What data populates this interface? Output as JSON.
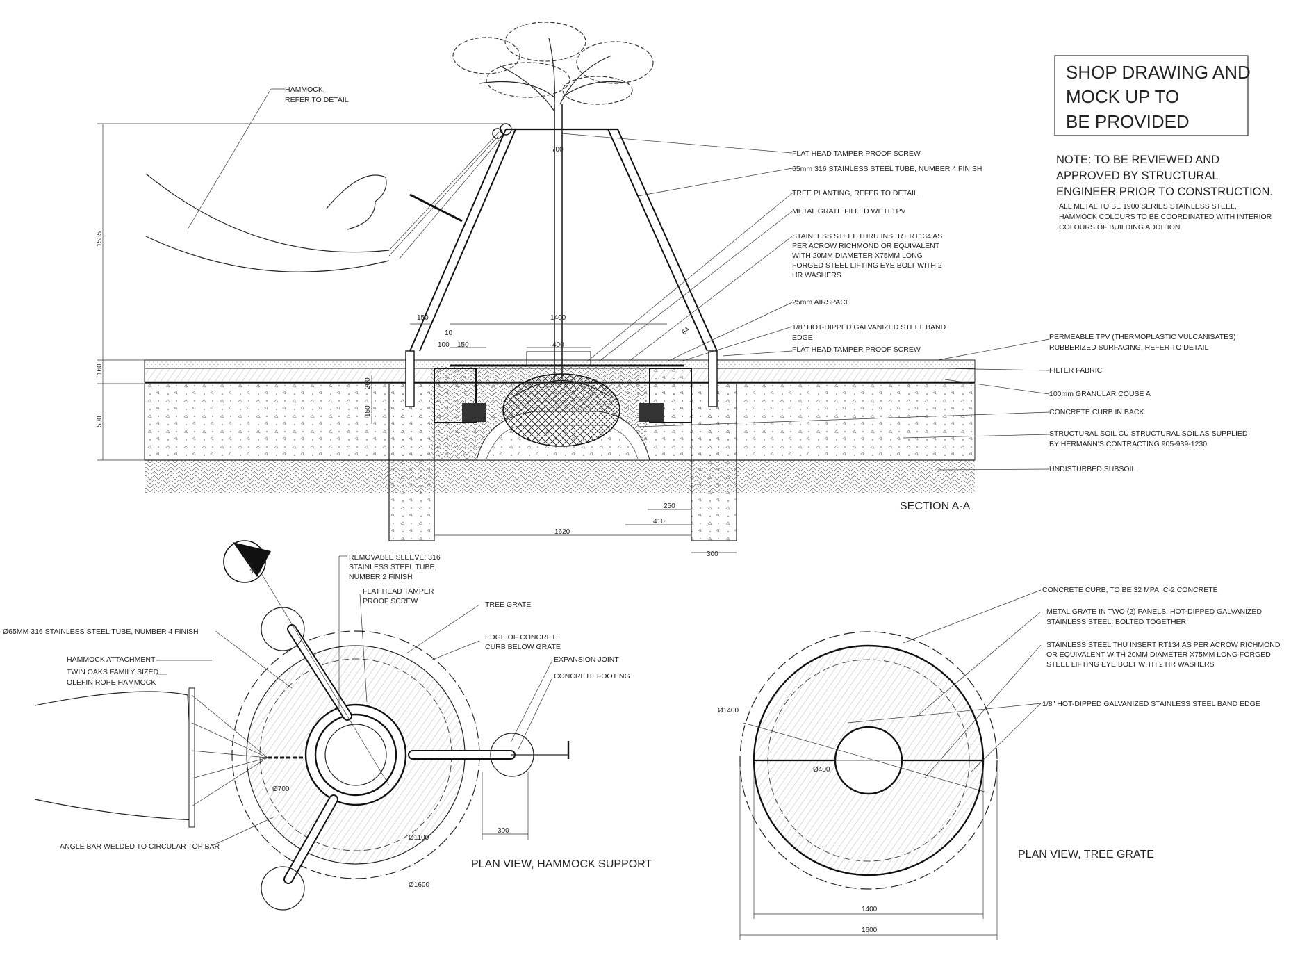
{
  "title_box": {
    "line1": "SHOP DRAWING AND",
    "line2": "MOCK UP TO",
    "line3": "BE PROVIDED"
  },
  "notes": {
    "main1": "NOTE: TO BE REVIEWED AND",
    "main2": "APPROVED BY STRUCTURAL",
    "main3": "ENGINEER PRIOR TO CONSTRUCTION.",
    "sub1": "ALL METAL TO BE 1900 SERIES STAINLESS STEEL,",
    "sub2": "HAMMOCK COLOURS TO BE COORDINATED WITH INTERIOR",
    "sub3": "COLOURS OF BUILDING ADDITION"
  },
  "section": {
    "title": "SECTION A-A",
    "hammock_label_1": "HAMMOCK,",
    "hammock_label_2": "REFER TO DETAIL",
    "labels": {
      "screw_top": "FLAT HEAD TAMPER PROOF SCREW",
      "tube": "65mm 316 STAINLESS STEEL TUBE, NUMBER 4  FINISH",
      "tree_planting": "TREE PLANTING, REFER TO DETAIL",
      "metal_grate": "METAL GRATE FILLED WITH TPV",
      "insert_1": "STAINLESS STEEL THRU INSERT RT134 AS",
      "insert_2": "PER ACROW RICHMOND OR EQUIVALENT",
      "insert_3": "WITH 20MM DIAMETER X75MM LONG",
      "insert_4": "FORGED STEEL LIFTING EYE BOLT WITH 2",
      "insert_5": "HR WASHERS",
      "airspace": "25mm AIRSPACE",
      "band_1": "1/8\" HOT-DIPPED GALVANIZED STEEL BAND",
      "band_2": "EDGE",
      "screw_bottom": "FLAT HEAD TAMPER PROOF SCREW",
      "tpv_1": "PERMEABLE TPV (THERMOPLASTIC VULCANISATES)",
      "tpv_2": "RUBBERIZED SURFACING, REFER TO DETAIL",
      "filter": "FILTER FABRIC",
      "granular": "100mm GRANULAR COUSE A",
      "curb": "CONCRETE CURB IN BACK",
      "soil_1": "STRUCTURAL SOIL CU STRUCTURAL SOIL AS SUPPLIED",
      "soil_2": "BY HERMANN'S CONTRACTING 905-939-1230",
      "subsoil": "UNDISTURBED SUBSOIL"
    },
    "dims": {
      "d1535": "1535",
      "d160": "160",
      "d500": "500",
      "d700": "700",
      "d150a": "150",
      "d1400": "1400",
      "d10": "10",
      "d100": "100",
      "d150b": "150",
      "d400": "400",
      "d64": "64",
      "d200": "200",
      "d150c": "150",
      "d250": "250",
      "d410": "410",
      "d1620": "1620",
      "d300": "300"
    }
  },
  "plan_hammock": {
    "title": "PLAN VIEW, HAMMOCK SUPPORT",
    "section_marker": "A-A",
    "labels": {
      "sleeve_1": "REMOVABLE SLEEVE; 316",
      "sleeve_2": "STAINLESS STEEL TUBE,",
      "sleeve_3": "NUMBER 2 FINISH",
      "screw_1": "FLAT HEAD TAMPER",
      "screw_2": "PROOF SCREW",
      "tree_grate": "TREE GRATE",
      "edge_1": "EDGE OF CONCRETE",
      "edge_2": "CURB BELOW GRATE",
      "expansion": "EXPANSION JOINT",
      "footing": "CONCRETE FOOTING",
      "tube": "Ø65MM  316 STAINLESS STEEL TUBE, NUMBER 4 FINISH",
      "attachment": "HAMMOCK ATTACHMENT",
      "rope_1": "TWIN OAKS FAMILY SIZED",
      "rope_2": "OLEFIN ROPE HAMMOCK",
      "angle_bar": "ANGLE BAR WELDED TO CIRCULAR TOP BAR"
    },
    "dims": {
      "d700": "Ø700",
      "d1100": "Ø1100",
      "d1600": "Ø1600",
      "d300": "300"
    }
  },
  "plan_grate": {
    "title": "PLAN VIEW, TREE GRATE",
    "labels": {
      "curb": "CONCRETE CURB, TO BE  32 MPA, C-2 CONCRETE",
      "grate_1": "METAL GRATE IN TWO (2) PANELS;  HOT-DIPPED GALVANIZED",
      "grate_2": "STAINLESS STEEL, BOLTED TOGETHER",
      "insert_1": "STAINLESS STEEL THU INSERT RT134 AS PER ACROW RICHMOND",
      "insert_2": "OR EQUIVALENT WITH 20MM DIAMETER X75MM LONG FORGED",
      "insert_3": "STEEL LIFTING EYE BOLT WITH 2 HR WASHERS",
      "band": "1/8\" HOT-DIPPED GALVANIZED STAINLESS STEEL BAND EDGE"
    },
    "dims": {
      "d1400": "Ø1400",
      "d400": "Ø400",
      "w1400": "1400",
      "w1600": "1600"
    }
  }
}
